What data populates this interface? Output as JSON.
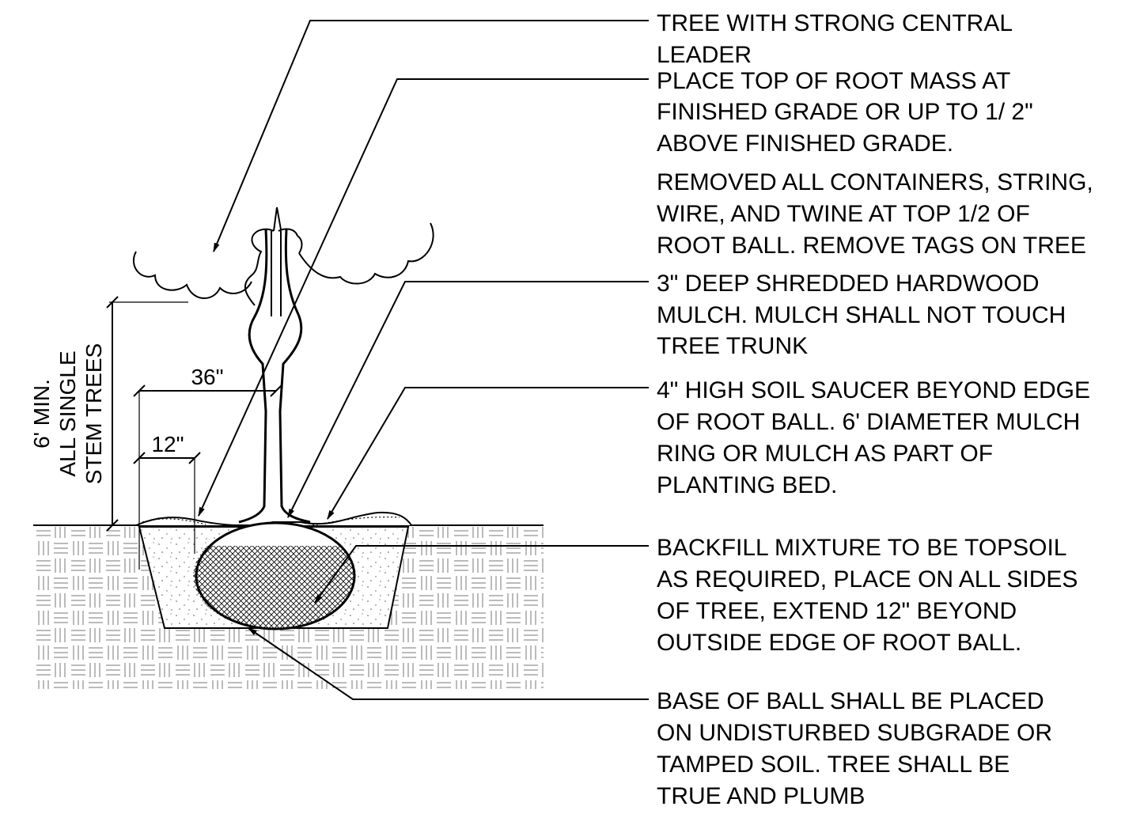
{
  "notes": [
    {
      "lines": [
        "TREE WITH STRONG CENTRAL",
        "LEADER"
      ]
    },
    {
      "lines": [
        "PLACE TOP OF ROOT MASS AT",
        "FINISHED GRADE OR UP TO 1/ 2\"",
        "ABOVE FINISHED GRADE."
      ]
    },
    {
      "lines": [
        "REMOVED ALL CONTAINERS, STRING,",
        "WIRE, AND TWINE AT TOP 1/2 OF",
        "ROOT BALL. REMOVE TAGS ON TREE"
      ]
    },
    {
      "lines": [
        "3\" DEEP SHREDDED HARDWOOD",
        "MULCH. MULCH SHALL NOT TOUCH",
        "TREE TRUNK"
      ]
    },
    {
      "lines": [
        "4\" HIGH SOIL SAUCER BEYOND EDGE",
        "OF ROOT BALL.  6' DIAMETER MULCH",
        "RING OR MULCH AS PART OF",
        "PLANTING BED."
      ]
    },
    {
      "lines": [
        "BACKFILL MIXTURE TO BE TOPSOIL",
        "AS REQUIRED, PLACE ON ALL SIDES",
        "OF TREE, EXTEND 12\" BEYOND",
        "OUTSIDE EDGE OF ROOT BALL."
      ]
    },
    {
      "lines": [
        "BASE OF BALL SHALL BE PLACED",
        "ON UNDISTURBED SUBGRADE OR",
        "TAMPED SOIL. TREE SHALL BE",
        "TRUE AND PLUMB"
      ]
    }
  ],
  "dimensions": {
    "dim_36": "36\"",
    "dim_12": "12\"",
    "height_lines": [
      "6' MIN.",
      "ALL SINGLE",
      "STEM TREES"
    ]
  }
}
